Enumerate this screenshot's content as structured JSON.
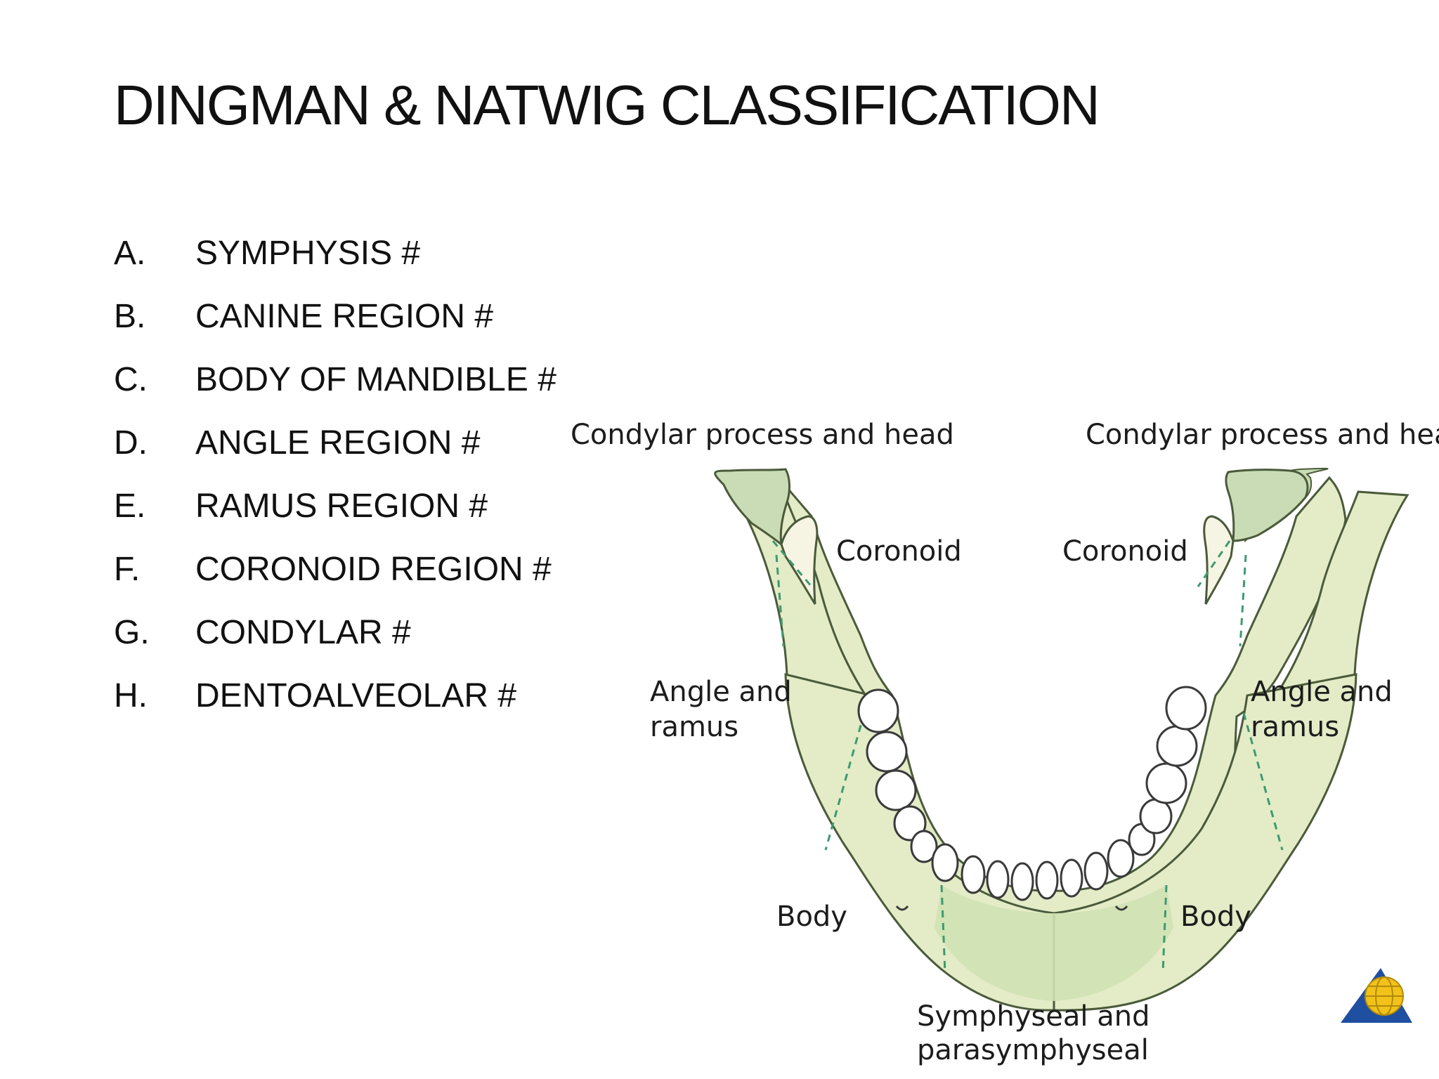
{
  "slide": {
    "title": "DINGMAN & NATWIG CLASSIFICATION"
  },
  "list": {
    "items": [
      {
        "letter": "A.",
        "text": "SYMPHYSIS #"
      },
      {
        "letter": "B.",
        "text": "CANINE REGION #"
      },
      {
        "letter": "C.",
        "text": "BODY OF MANDIBLE #"
      },
      {
        "letter": "D.",
        "text": "ANGLE REGION #"
      },
      {
        "letter": "E.",
        "text": "RAMUS REGION #"
      },
      {
        "letter": "F.",
        "text": "CORONOID REGION #"
      },
      {
        "letter": "G.",
        "text": "CONDYLAR #"
      },
      {
        "letter": "H.",
        "text": "DENTOALVEOLAR #"
      }
    ]
  },
  "diagram": {
    "labels": {
      "condylar_left": "Condylar process and head",
      "condylar_right": "Condylar process and head",
      "coronoid_left": "Coronoid",
      "coronoid_right": "Coronoid",
      "angle_left_1": "Angle and",
      "angle_left_2": "ramus",
      "angle_right_1": "Angle and",
      "angle_right_2": "ramus",
      "body_left": "Body",
      "body_right": "Body",
      "symph_1": "Symphyseal and",
      "symph_2": "parasymphyseal"
    },
    "colors": {
      "bone": "#e3ebc7",
      "bone_edge": "#4a5a3a",
      "condyle": "#c9dcb5",
      "coronoid": "#f6f5e4",
      "symphysis": "#cfe2b3",
      "fracture_line": "#3d9a6e",
      "tooth": "#ffffff"
    }
  },
  "logo": {
    "icon": "globe-triangle-logo",
    "colors": {
      "triangle": "#1f4fa0",
      "globe": "#f2c21b"
    }
  }
}
